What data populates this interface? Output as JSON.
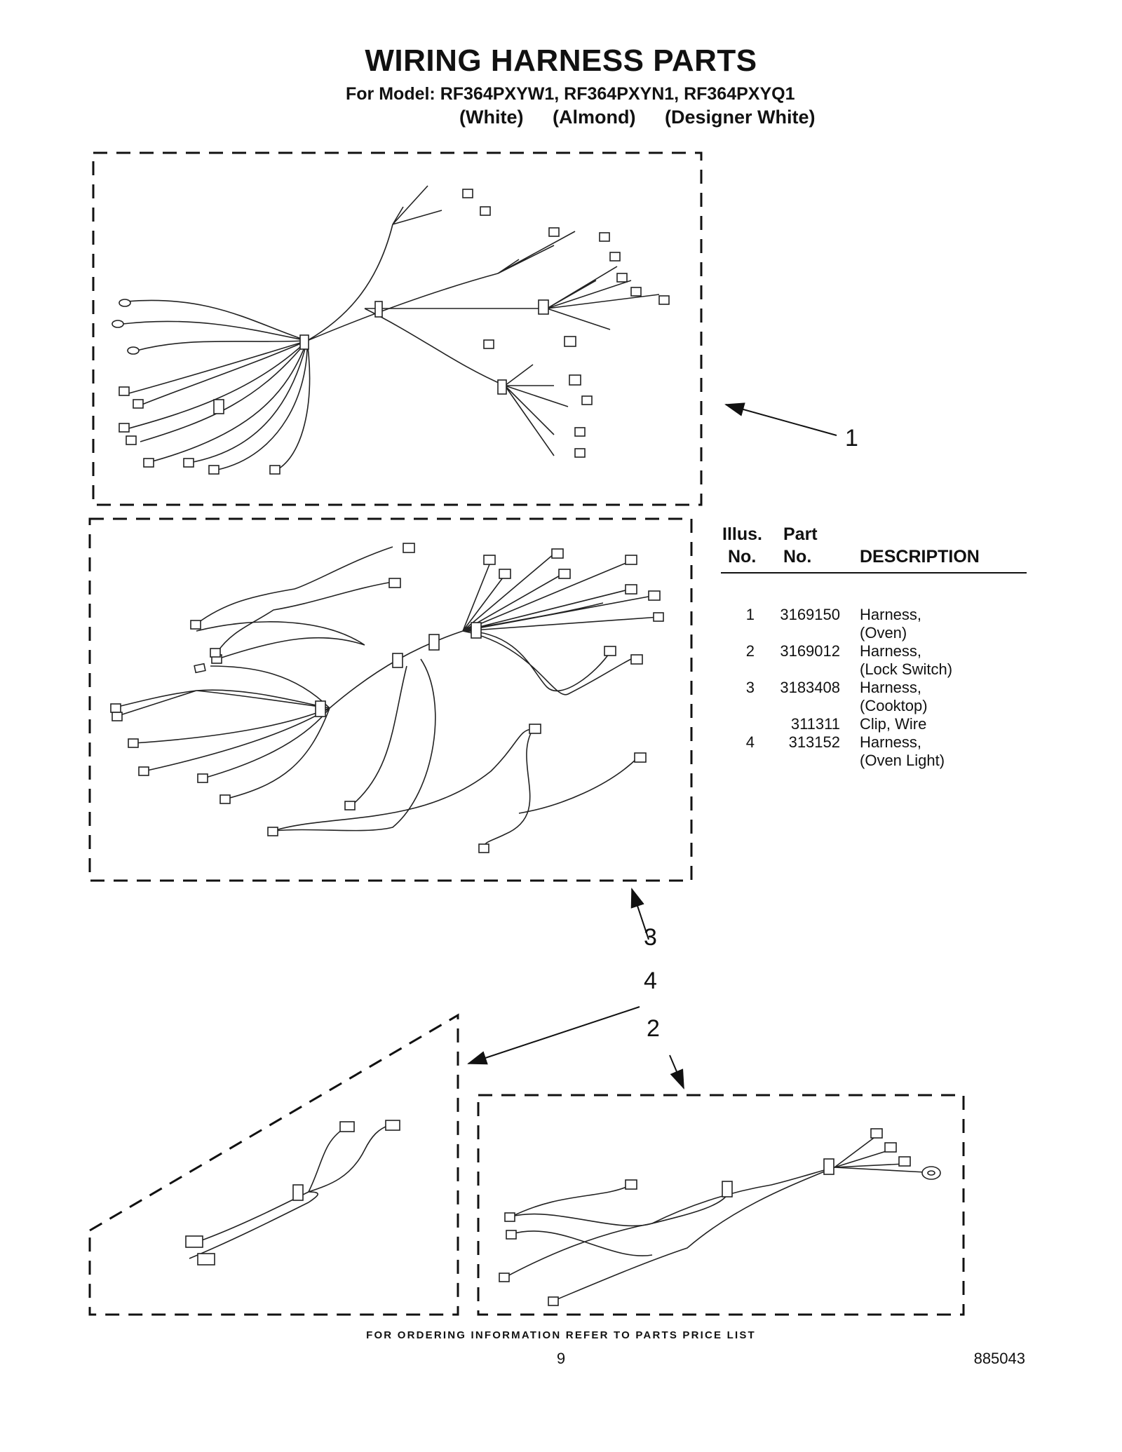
{
  "header": {
    "title": "WIRING HARNESS PARTS",
    "subtitle": "For Model: RF364PXYW1, RF364PXYN1, RF364PXYQ1",
    "variants": [
      "(White)",
      "(Almond)",
      "(Designer White)"
    ]
  },
  "callouts": {
    "harness_oven": "1",
    "harness_lock_switch": "2",
    "harness_cooktop": "3",
    "harness_oven_light": "4"
  },
  "parts_table": {
    "headers": {
      "illus_line1": "Illus.",
      "illus_line2": "No.",
      "part_line1": "Part",
      "part_line2": "No.",
      "description": "DESCRIPTION"
    },
    "rows": [
      {
        "illus": "1",
        "part": "3169150",
        "desc1": "Harness,",
        "desc2": "(Oven)"
      },
      {
        "illus": "2",
        "part": "3169012",
        "desc1": "Harness,",
        "desc2": "(Lock Switch)"
      },
      {
        "illus": "3",
        "part": "3183408",
        "desc1": "Harness,",
        "desc2": "(Cooktop)"
      },
      {
        "illus": "",
        "part": "311311",
        "desc1": "Clip, Wire",
        "desc2": ""
      },
      {
        "illus": "4",
        "part": "313152",
        "desc1": "Harness,",
        "desc2": "(Oven Light)"
      }
    ]
  },
  "footer": {
    "ordering_note": "FOR ORDERING INFORMATION REFER TO PARTS PRICE LIST",
    "page_number": "9",
    "document_number": "885043"
  }
}
